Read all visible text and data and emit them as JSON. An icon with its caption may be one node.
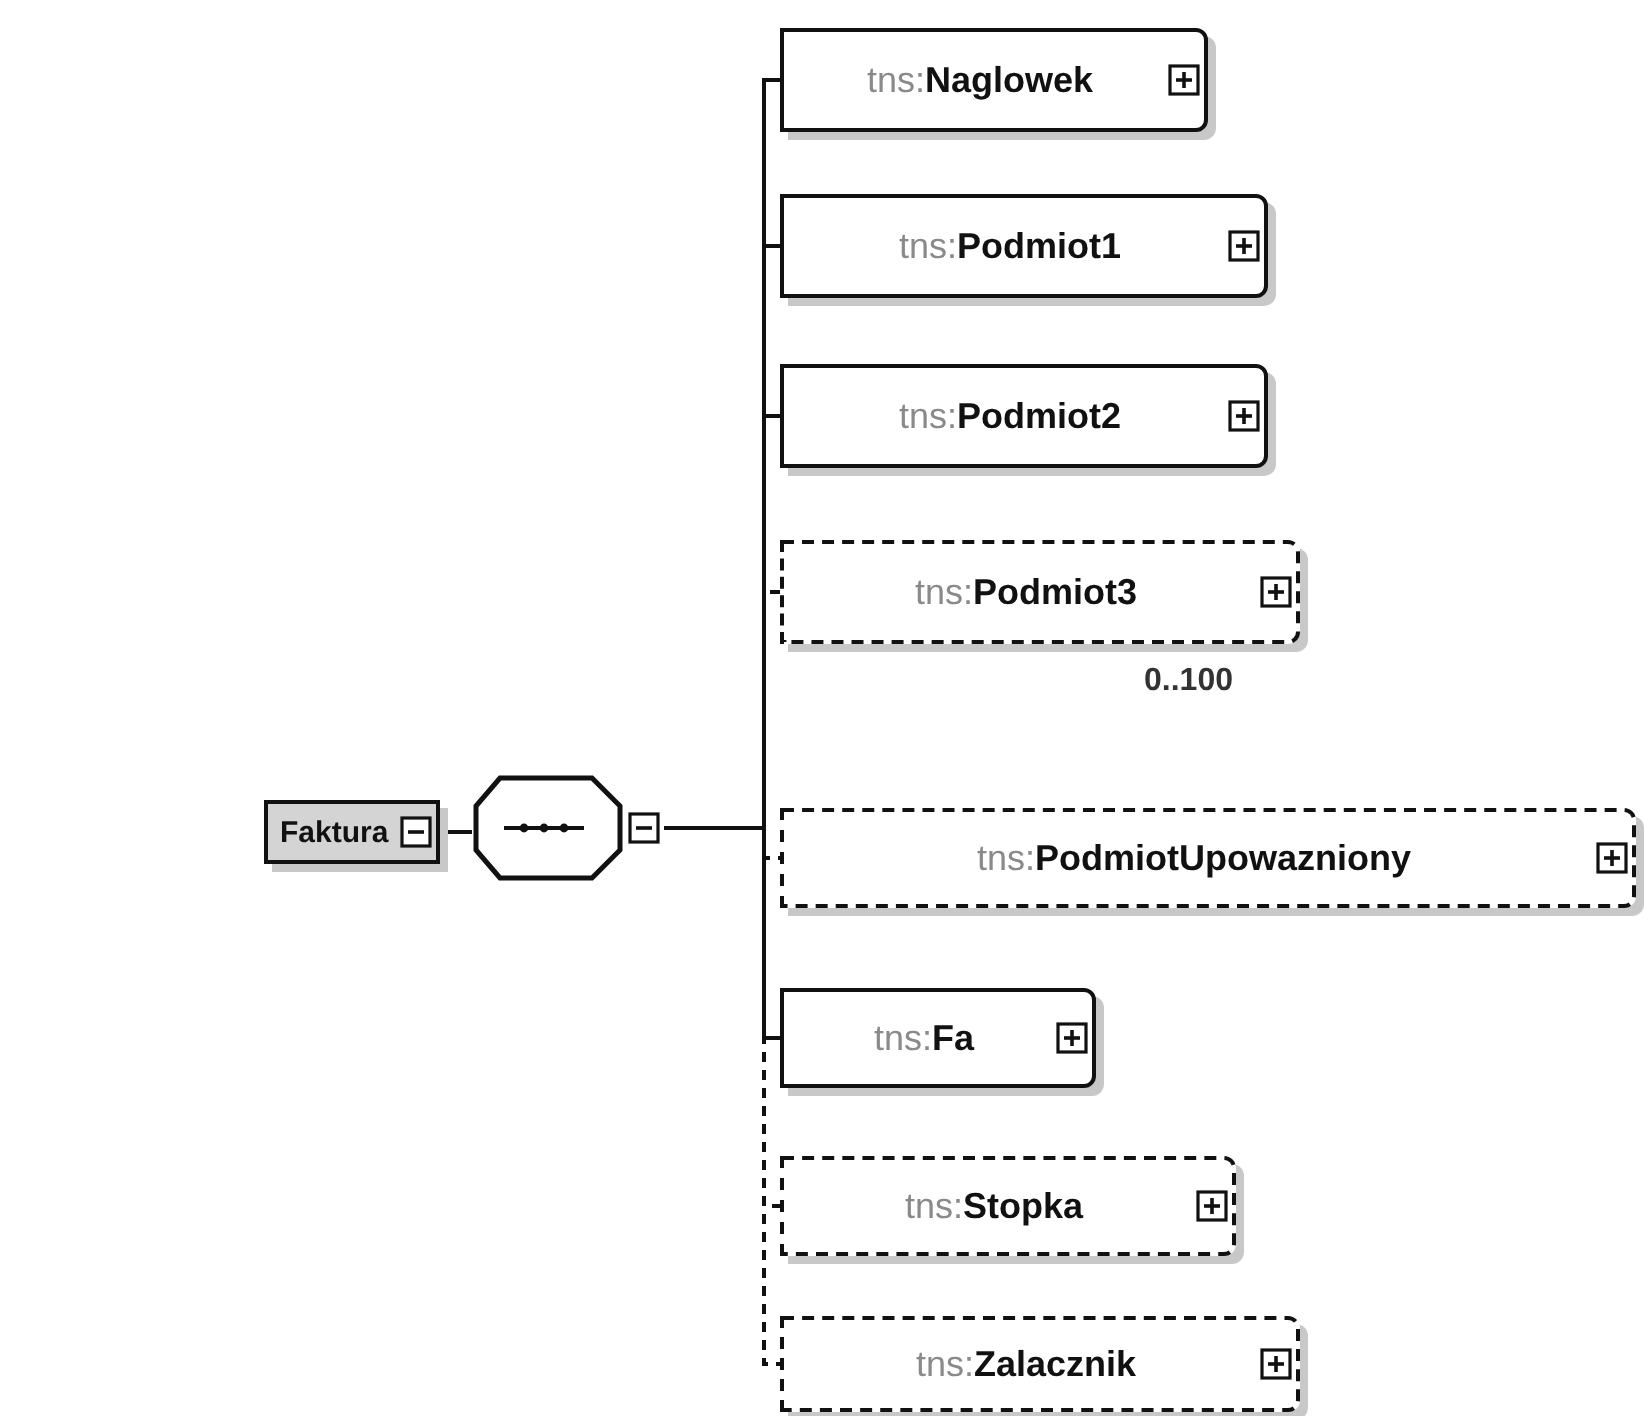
{
  "diagram": {
    "nodes": [
      {
        "text": [
          "Faktura"
        ]
      },
      {
        "text": [],
        "shape": "octagon"
      },
      {
        "text": [
          "tns:**Naglowek**"
        ]
      },
      {
        "text": [
          "tns:**Podmiot1**"
        ]
      },
      {
        "text": [
          "tns:**Podmiot2**"
        ]
      },
      {
        "text": [
          "tns:**Podmiot3**"
        ],
        "beside": [
          "0..100"
        ]
      },
      {
        "text": [
          "tns:**PodmiotUpowazniony**"
        ]
      },
      {
        "text": [
          "tns:**Fa**"
        ]
      },
      {
        "text": [
          "tns:**Stopka**"
        ]
      },
      {
        "text": [
          "tns:**Zalacznik**"
        ]
      }
    ],
    "edges": [
      {
        "from": 0,
        "to": 1,
        "arrow": "none"
      },
      {
        "from": 1,
        "to": 2,
        "arrow": "none"
      },
      {
        "from": 1,
        "to": 3,
        "arrow": "none"
      },
      {
        "from": 1,
        "to": 4,
        "arrow": "none"
      },
      {
        "from": 1,
        "to": 5,
        "arrow": "none",
        "style": "dashed"
      },
      {
        "from": 1,
        "to": 6,
        "arrow": "none",
        "style": "dashed"
      },
      {
        "from": 1,
        "to": 7,
        "arrow": "none"
      },
      {
        "from": 1,
        "to": 8,
        "arrow": "none",
        "style": "dashed"
      },
      {
        "from": 1,
        "to": 9,
        "arrow": "none",
        "style": "dashed"
      }
    ]
  }
}
